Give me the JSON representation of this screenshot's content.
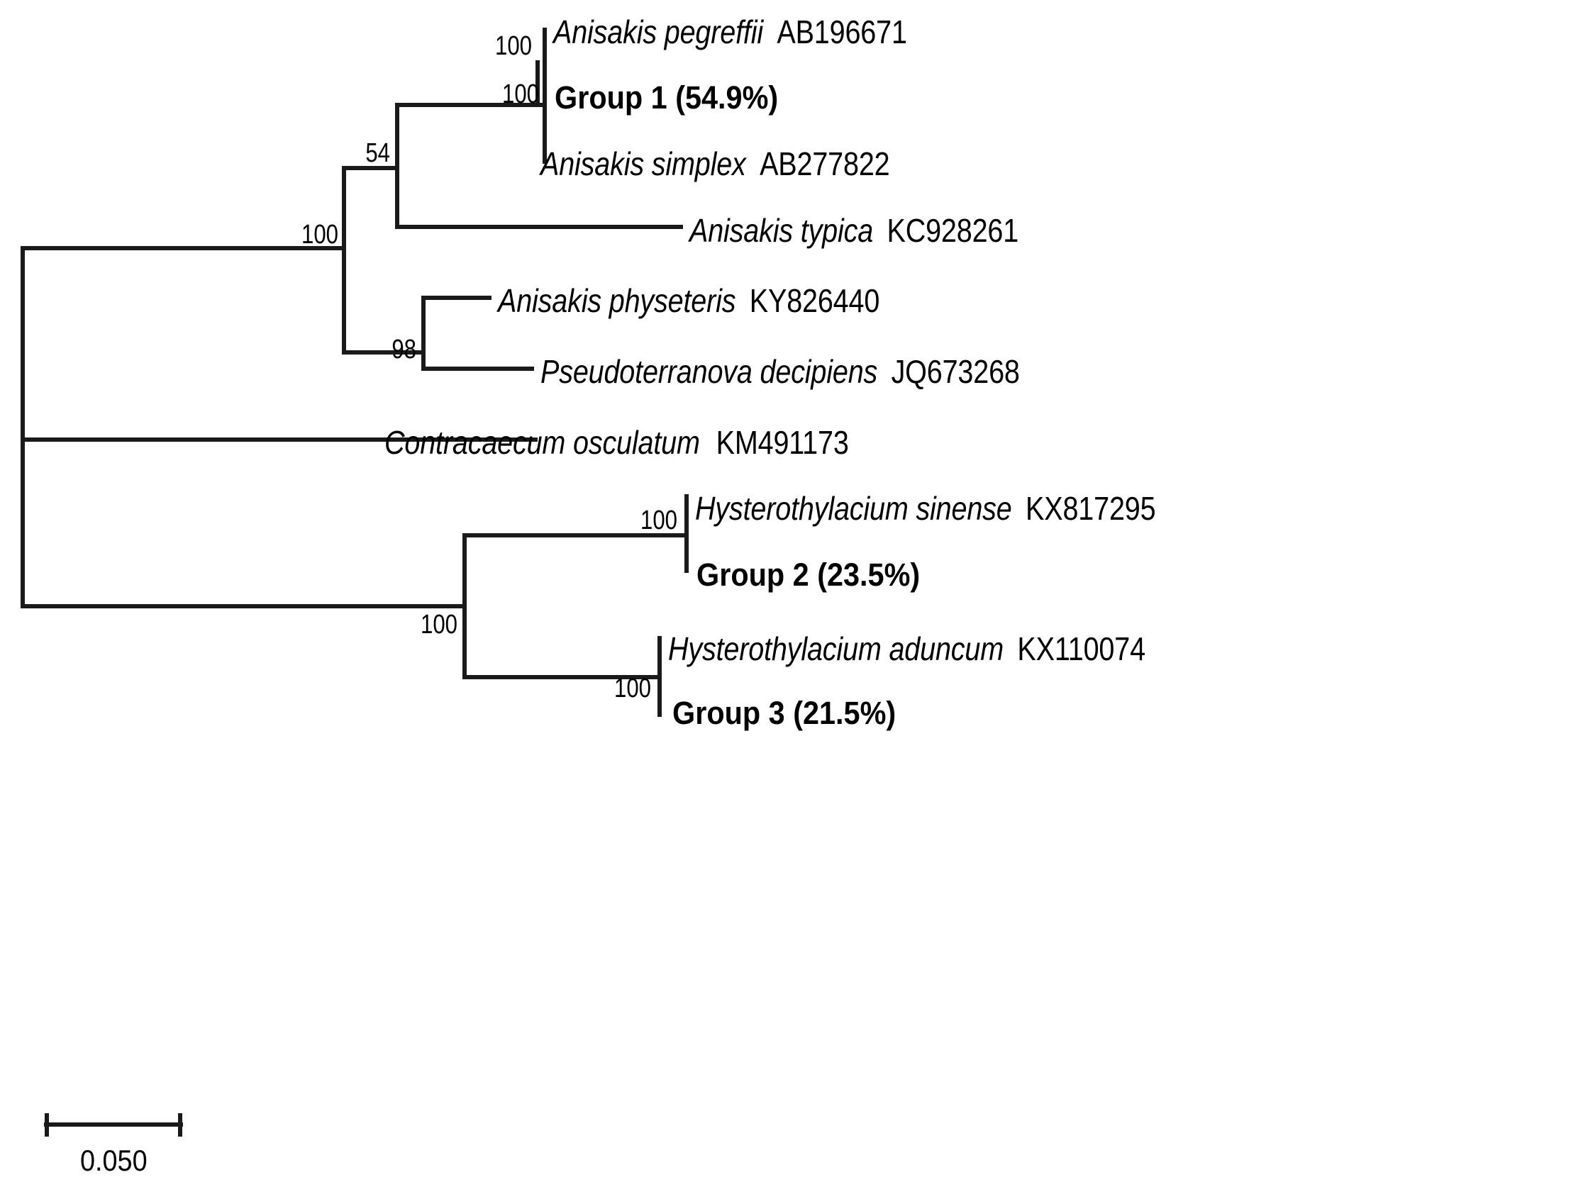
{
  "figure": {
    "type": "phylogenetic-tree",
    "layout": "rectangular-cladogram",
    "background_color": "#ffffff",
    "line_color": "#1a1a1a"
  },
  "taxa": [
    {
      "id": "anisakis-pegreffii",
      "genus_species": "Anisakis pegreffii",
      "accession": "AB196671",
      "full": "Anisakis pegreffii AB196671"
    },
    {
      "id": "anisakis-simplex",
      "genus_species": "Anisakis simplex",
      "accession": "AB277822",
      "full": "Anisakis simplex AB277822"
    },
    {
      "id": "anisakis-typica",
      "genus_species": "Anisakis typica",
      "accession": "KC928261",
      "full": "Anisakis typica KC928261"
    },
    {
      "id": "anisakis-physeteris",
      "genus_species": "Anisakis physeteris",
      "accession": "KY826440",
      "full": "Anisakis physeteris KY826440"
    },
    {
      "id": "pseudoterranova-decipiens",
      "genus_species": "Pseudoterranova decipiens",
      "accession": "JQ673268",
      "full": "Pseudoterranova decipiens JQ673268"
    },
    {
      "id": "contracaecum-osculatum",
      "genus_species": "Contracaecum osculatum",
      "accession": "KM491173",
      "full": "Contracaecum osculatum  KM491173"
    },
    {
      "id": "hysterothylacium-sinense",
      "genus_species": "Hysterothylacium sinense",
      "accession": "KX817295",
      "full": "Hysterothylacium sinense KX817295"
    },
    {
      "id": "hysterothylacium-aduncum",
      "genus_species": "Hysterothylacium aduncum",
      "accession": "KX110074",
      "full": "Hysterothylacium aduncum KX110074"
    }
  ],
  "groups": [
    {
      "id": "group-1",
      "label": "Group 1 (54.9%)",
      "name": "Group 1",
      "percent": "54.9%"
    },
    {
      "id": "group-2",
      "label": "Group 2 (23.5%)",
      "name": "Group 2",
      "percent": "23.5%"
    },
    {
      "id": "group-3",
      "label": "Group 3 (21.5%)",
      "name": "Group 3",
      "percent": "21.5%"
    }
  ],
  "support_values": [
    {
      "id": "support-pegreffii-group1",
      "value": "100"
    },
    {
      "id": "support-group1-node",
      "value": "100"
    },
    {
      "id": "support-simplex-clade",
      "value": "54"
    },
    {
      "id": "support-anisakidae",
      "value": "100"
    },
    {
      "id": "support-physeteris-pseudoterranova",
      "value": "98"
    },
    {
      "id": "support-hysterothylacium",
      "value": "100"
    },
    {
      "id": "support-sinense-group2",
      "value": "100"
    },
    {
      "id": "support-aduncum-group3",
      "value": "100"
    }
  ],
  "scale_bar": {
    "label": "0.050",
    "value": 0.05
  },
  "chart_data": {
    "type": "tree",
    "title": "",
    "scale_bar_units": 0.05,
    "leaf_order": [
      "Anisakis pegreffii AB196671",
      "Group 1 (54.9%)",
      "Anisakis simplex AB277822",
      "Anisakis typica KC928261",
      "Anisakis physeteris KY826440",
      "Pseudoterranova decipiens JQ673268",
      "Contracaecum osculatum  KM491173",
      "Hysterothylacium sinense KX817295",
      "Group 2 (23.5%)",
      "Hysterothylacium aduncum KX110074",
      "Group 3 (21.5%)"
    ],
    "bootstrap_labels": [
      "100",
      "100",
      "54",
      "100",
      "98",
      "100",
      "100",
      "100"
    ],
    "nodes": [
      {
        "name": "root",
        "support": null,
        "children": [
          "anisakidae-clade",
          "lower-clade"
        ]
      },
      {
        "name": "anisakidae-clade",
        "support": "100",
        "children": [
          "simplex-clade",
          "physeteris-clade"
        ]
      },
      {
        "name": "simplex-clade",
        "support": "54",
        "children": [
          "group1-clade",
          "Anisakis typica KC928261"
        ]
      },
      {
        "name": "group1-clade",
        "support": "100",
        "children": [
          "Anisakis pegreffii AB196671",
          "Group 1 (54.9%)",
          "Anisakis simplex AB277822"
        ]
      },
      {
        "name": "physeteris-clade",
        "support": "98",
        "children": [
          "Anisakis physeteris KY826440",
          "Pseudoterranova decipiens JQ673268"
        ]
      },
      {
        "name": "lower-clade",
        "support": null,
        "children": [
          "Contracaecum osculatum  KM491173",
          "hysterothylacium-clade"
        ]
      },
      {
        "name": "hysterothylacium-clade",
        "support": "100",
        "children": [
          "sinense-clade",
          "aduncum-clade"
        ]
      },
      {
        "name": "sinense-clade",
        "support": "100",
        "children": [
          "Hysterothylacium sinense KX817295",
          "Group 2 (23.5%)"
        ]
      },
      {
        "name": "aduncum-clade",
        "support": "100",
        "children": [
          "Hysterothylacium aduncum KX110074",
          "Group 3 (21.5%)"
        ]
      }
    ]
  }
}
